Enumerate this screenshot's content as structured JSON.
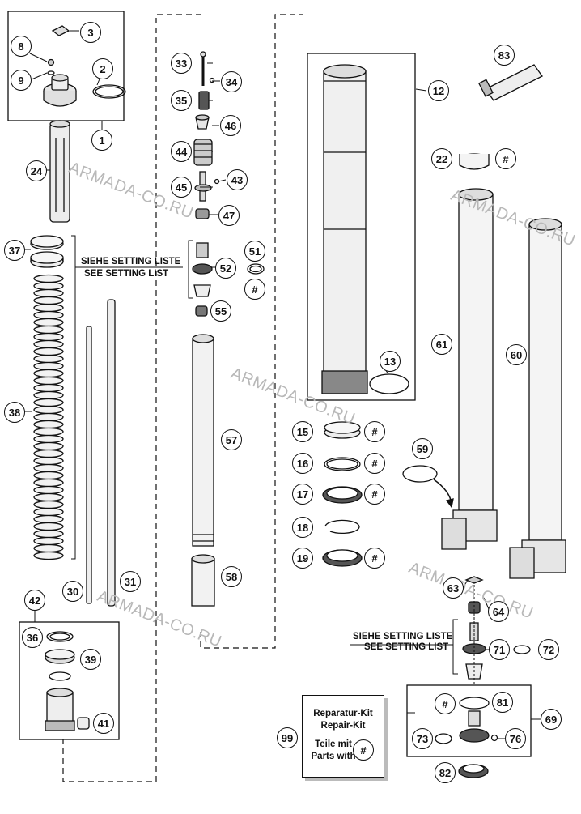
{
  "diagram": {
    "part_numbers": {
      "p1": "1",
      "p2": "2",
      "p3": "3",
      "p8": "8",
      "p9": "9",
      "p24": "24",
      "p37": "37",
      "p38": "38",
      "p30": "30",
      "p31": "31",
      "p42": "42",
      "p36": "36",
      "p39": "39",
      "p41": "41",
      "p33": "33",
      "p34": "34",
      "p35": "35",
      "p46": "46",
      "p44": "44",
      "p45": "45",
      "p43": "43",
      "p47": "47",
      "p51": "51",
      "p52": "52",
      "p55": "55",
      "p57": "57",
      "p58": "58",
      "p12": "12",
      "p13": "13",
      "p15": "15",
      "p16": "16",
      "p17": "17",
      "p18": "18",
      "p19": "19",
      "p83": "83",
      "p22": "22",
      "p61": "61",
      "p60": "60",
      "p59": "59",
      "p63": "63",
      "p64": "64",
      "p71": "71",
      "p72": "72",
      "p81": "81",
      "p69": "69",
      "p73": "73",
      "p76": "76",
      "p82": "82",
      "p99": "99"
    },
    "hash_mark": "#",
    "setting_note_de": "SIEHE SETTING LISTE",
    "setting_note_en": "SEE SETTING LIST",
    "repair_kit": {
      "line1": "Reparatur-Kit",
      "line2": "Repair-Kit",
      "line3": "Teile mit",
      "line4": "Parts with"
    },
    "watermark": "ARMADA-CO.RU"
  }
}
